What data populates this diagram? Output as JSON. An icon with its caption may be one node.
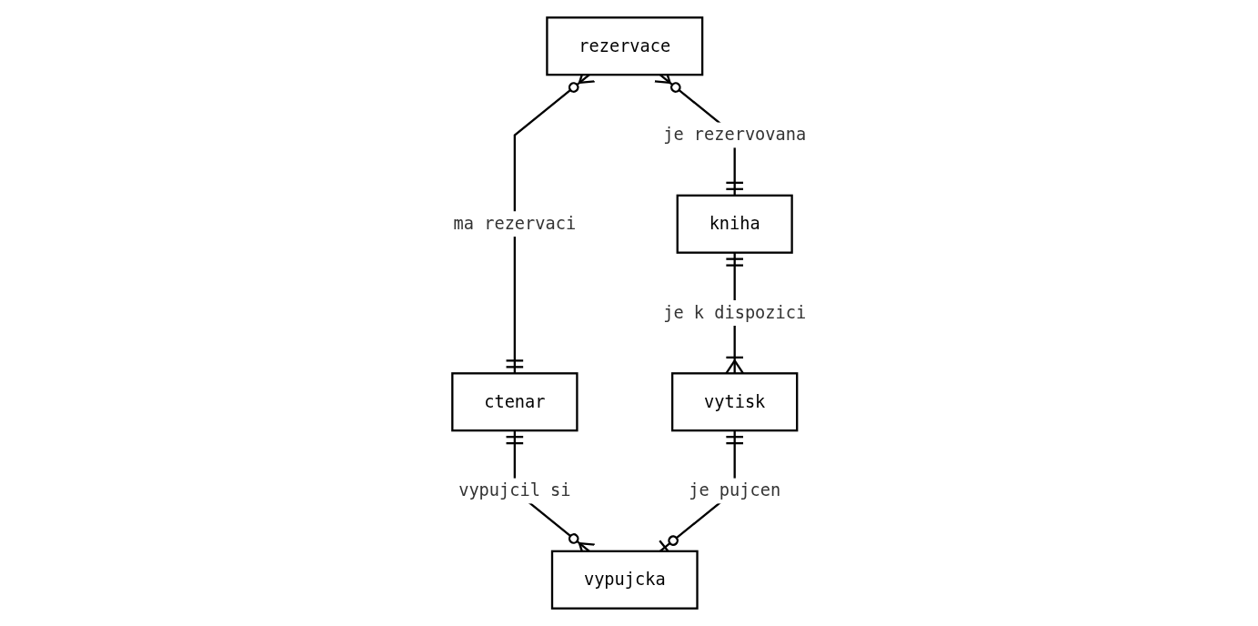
{
  "diagram": {
    "nodes": [
      {
        "text": [
          "rezervace"
        ]
      },
      {
        "text": [
          "kniha"
        ]
      },
      {
        "text": [
          "ctenar"
        ]
      },
      {
        "text": [
          "vytisk"
        ]
      },
      {
        "text": [
          "vypujcka"
        ]
      }
    ],
    "edges": [
      {
        "from": 0,
        "to": 1,
        "arrow": "other",
        "label": "je rezervovana"
      },
      {
        "from": 0,
        "to": 2,
        "arrow": "other",
        "label": "ma rezervaci"
      },
      {
        "from": 1,
        "to": 3,
        "arrow": "other",
        "label": "je k dispozici"
      },
      {
        "from": 2,
        "to": 4,
        "arrow": "other",
        "label": "vypujcil si"
      },
      {
        "from": 3,
        "to": 4,
        "arrow": "other",
        "label": "je pujcen"
      }
    ]
  }
}
